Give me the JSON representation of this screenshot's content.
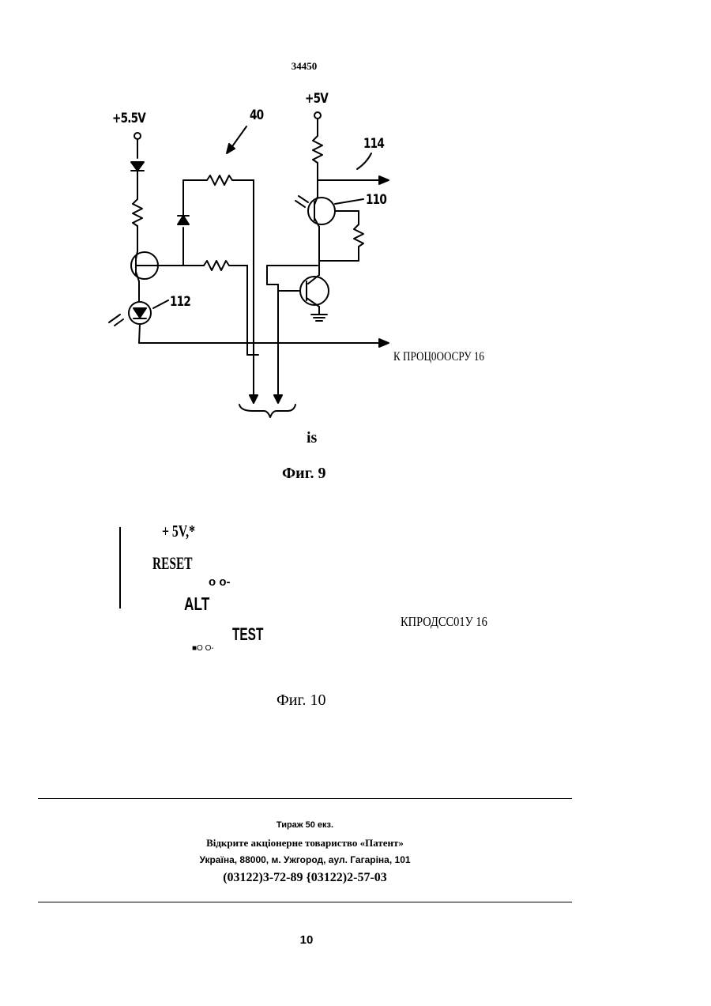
{
  "header": {
    "patent_number": "34450"
  },
  "figure9": {
    "labels": {
      "supply_left": "+5.5V",
      "supply_right": "+5V",
      "ref_40": "40",
      "ref_114": "114",
      "ref_110": "110",
      "ref_112": "112",
      "output": "К ПРОЦ0ООСРУ 16",
      "is": "is"
    },
    "caption": "Фиг. 9"
  },
  "figure10": {
    "supply": "+ 5V,*",
    "reset": "RESET",
    "switch1": "o o-",
    "alt": "ALT",
    "processor": "КПРОДСС01У 16",
    "test": "TEST",
    "switch2": "■O  O-",
    "caption": "Фиг. 10"
  },
  "footer": {
    "tirazh": "Тираж 50 екз.",
    "org": "Відкрите акціонерне товариство «Патент»",
    "address": "Україна, 88000, м. Ужгород, аул. Гагаріна, 101",
    "phones": "(03122)3-72-89 {03122)2-57-03"
  },
  "page_number": "10"
}
